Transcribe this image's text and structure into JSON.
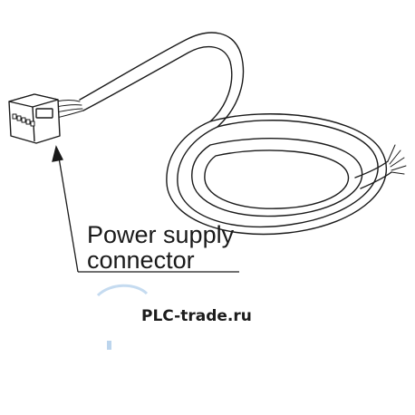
{
  "callout": {
    "line1": "Power supply",
    "line2": "connector"
  },
  "watermark": {
    "text": "PLC-trade.ru"
  },
  "colors": {
    "ink": "#1a1a1a",
    "watermark": "#1c1c1c",
    "watermark_mark": "#9fc3e6"
  }
}
